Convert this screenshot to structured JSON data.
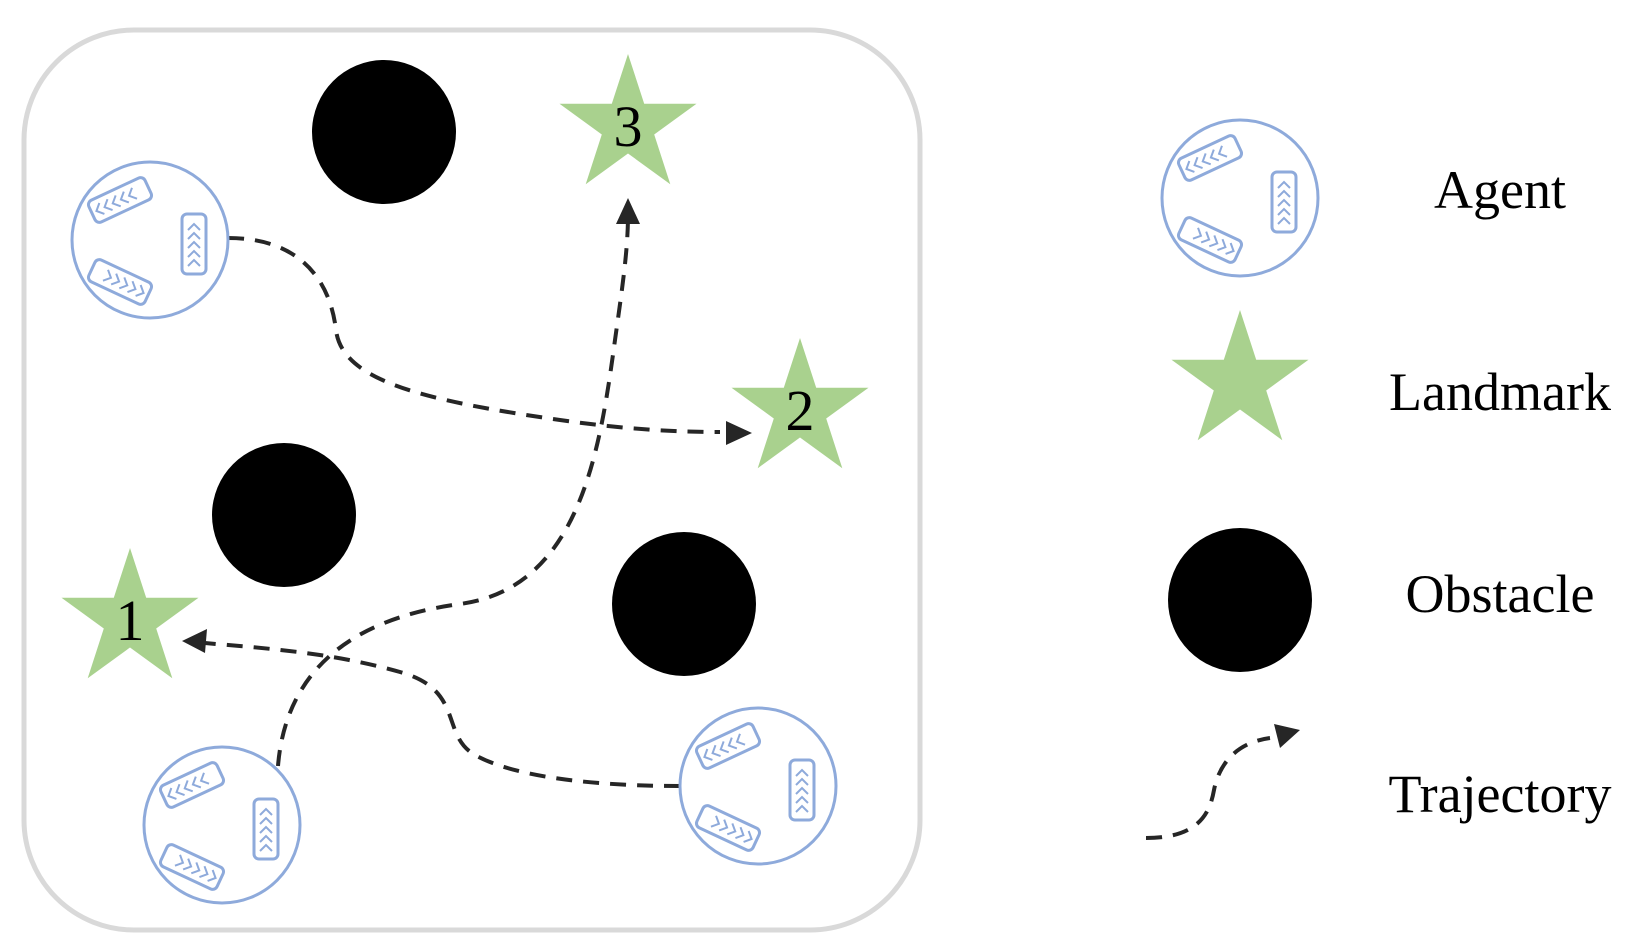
{
  "colors": {
    "arena_border": "#d9d9d9",
    "agent": "#8eaadb",
    "landmark": "#a9d18e",
    "obstacle": "#000000",
    "trajectory": "#262626"
  },
  "landmarks": [
    {
      "label": "1"
    },
    {
      "label": "2"
    },
    {
      "label": "3"
    }
  ],
  "legend": {
    "agent": "Agent",
    "landmark": "Landmark",
    "obstacle": "Obstacle",
    "trajectory": "Trajectory"
  }
}
